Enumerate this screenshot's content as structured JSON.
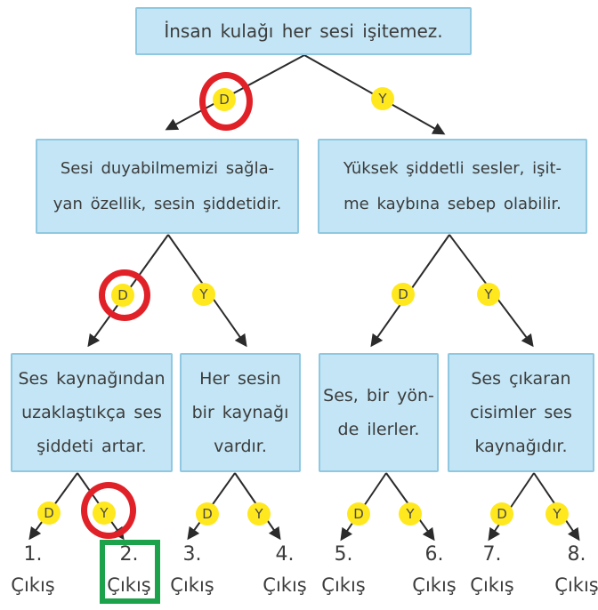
{
  "tree": {
    "root": {
      "lines": [
        "İnsan kulağı her sesi işitemez."
      ]
    },
    "level2": [
      {
        "lines": [
          "Sesi duyabilmemizi sağla-",
          "yan özellik, sesin şiddetidir."
        ]
      },
      {
        "lines": [
          "Yüksek şiddetli sesler, işit-",
          "me kaybına sebep olabilir."
        ]
      }
    ],
    "level3": [
      {
        "lines": [
          "Ses kaynağından",
          "uzaklaştıkça ses",
          "şiddeti artar."
        ]
      },
      {
        "lines": [
          "Her sesin",
          "bir kaynağı",
          "vardır."
        ]
      },
      {
        "lines": [
          "Ses, bir yön-",
          "de ilerler."
        ]
      },
      {
        "lines": [
          "Ses çıkaran",
          "cisimler ses",
          "kaynağıdır."
        ]
      }
    ]
  },
  "decision": {
    "true_label": "D",
    "false_label": "Y"
  },
  "exits": [
    {
      "number": "1.",
      "label": "Çıkış"
    },
    {
      "number": "2.",
      "label": "Çıkış"
    },
    {
      "number": "3.",
      "label": "Çıkış"
    },
    {
      "number": "4.",
      "label": "Çıkış"
    },
    {
      "number": "5.",
      "label": "Çıkış"
    },
    {
      "number": "6.",
      "label": "Çıkış"
    },
    {
      "number": "7.",
      "label": "Çıkış"
    },
    {
      "number": "8.",
      "label": "Çıkış"
    }
  ],
  "colors": {
    "box_fill": "#c3e5f5",
    "box_border": "#8fc8e0",
    "node_yellow": "#ffe81e",
    "ring_red": "#e02128",
    "exit_green": "#1ca24a",
    "line": "#2b2b2b"
  }
}
